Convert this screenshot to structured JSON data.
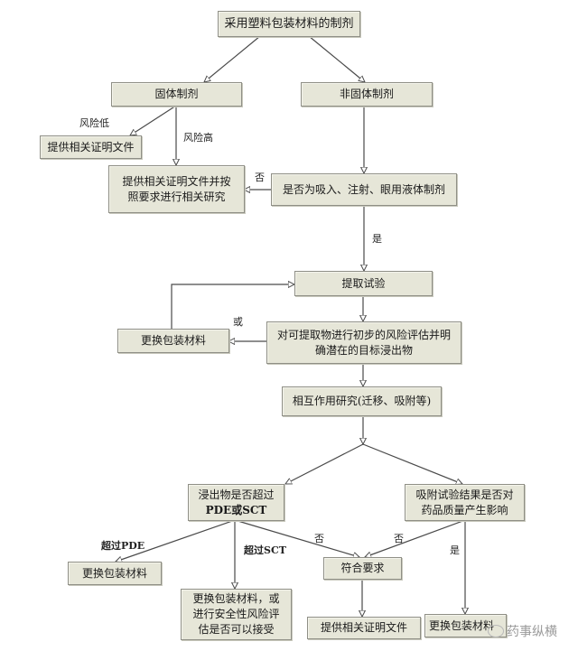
{
  "diagram": {
    "type": "flowchart",
    "nodes": {
      "start": "采用塑料包装材料的制剂",
      "solid": "固体制剂",
      "nonsolid": "非固体制剂",
      "provide_docs_low": "提供相关证明文件",
      "provide_docs_study": "提供相关证明文件并按照要求进行相关研究",
      "is_inhalation": "是否为吸入、注射、眼用液体制剂",
      "extraction_test": "提取试验",
      "risk_assess": "对可提取物进行初步的风险评估并明确潜在的目标浸出物",
      "replace_pkg_1": "更换包装材料",
      "interaction_study": "相互作用研究(迁移、吸附等)",
      "leachable_check_line1": "浸出物是否超过",
      "leachable_check_line2": "PDE或SCT",
      "adsorption_check": "吸附试验结果是否对药品质量产生影响",
      "meets_req": "符合要求",
      "replace_pkg_2": "更换包装材料",
      "replace_or_assess": "更换包装材料，或进行安全性风险评估是否可以接受",
      "provide_docs_final": "提供相关证明文件",
      "replace_pkg_3": "更换包装材料"
    },
    "edge_labels": {
      "risk_low": "风险低",
      "risk_high": "风险高",
      "no_1": "否",
      "yes_1": "是",
      "or": "或",
      "exceed_pde": "超过PDE",
      "exceed_sct": "超过SCT",
      "no_2": "否",
      "no_3": "否",
      "yes_2": "是"
    },
    "edges": [
      [
        "start",
        "solid"
      ],
      [
        "start",
        "nonsolid"
      ],
      [
        "solid",
        "provide_docs_low",
        "risk_low"
      ],
      [
        "solid",
        "provide_docs_study",
        "risk_high"
      ],
      [
        "nonsolid",
        "is_inhalation"
      ],
      [
        "is_inhalation",
        "provide_docs_study",
        "no_1"
      ],
      [
        "is_inhalation",
        "extraction_test",
        "yes_1"
      ],
      [
        "extraction_test",
        "risk_assess"
      ],
      [
        "risk_assess",
        "replace_pkg_1",
        "or"
      ],
      [
        "replace_pkg_1",
        "extraction_test"
      ],
      [
        "risk_assess",
        "interaction_study"
      ],
      [
        "interaction_study",
        "leachable_check"
      ],
      [
        "interaction_study",
        "adsorption_check"
      ],
      [
        "leachable_check",
        "replace_pkg_2",
        "exceed_pde"
      ],
      [
        "leachable_check",
        "replace_or_assess",
        "exceed_sct"
      ],
      [
        "leachable_check",
        "meets_req",
        "no_2"
      ],
      [
        "adsorption_check",
        "meets_req",
        "no_3"
      ],
      [
        "adsorption_check",
        "replace_pkg_3",
        "yes_2"
      ],
      [
        "meets_req",
        "provide_docs_final"
      ]
    ]
  },
  "watermark": "药事纵横",
  "colors": {
    "box_fill": "#e6e6d8",
    "box_border": "#8f8f86",
    "line": "#4a4a4a"
  }
}
